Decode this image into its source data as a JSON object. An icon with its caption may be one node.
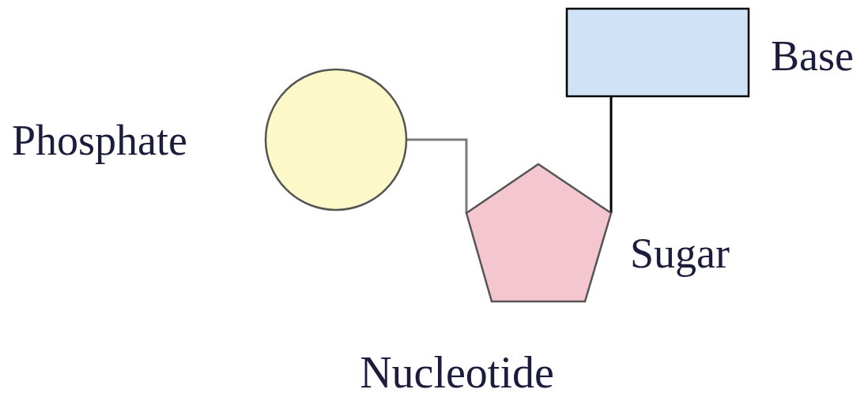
{
  "diagram": {
    "caption": "Nucleotide",
    "nodes": [
      {
        "text": [
          "Phosphate"
        ]
      },
      {
        "text": [
          "Sugar"
        ]
      },
      {
        "text": [
          "Base"
        ]
      }
    ],
    "edges": [
      {
        "from": 0,
        "to": 1,
        "arrow": "none",
        "color": "#7a7a7a"
      },
      {
        "from": 1,
        "to": 2,
        "arrow": "none",
        "color": "#000000"
      }
    ]
  }
}
